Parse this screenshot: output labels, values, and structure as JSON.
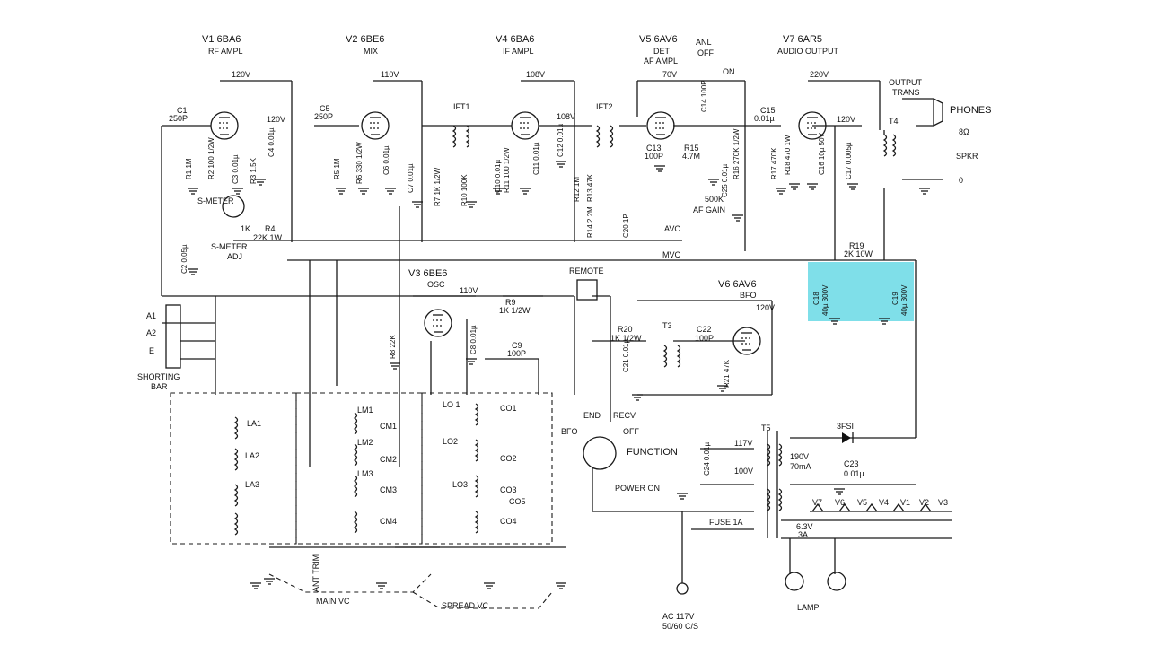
{
  "highlight_color": "#7fdfe9",
  "tubes": [
    {
      "name": "V1 6BA6",
      "role": "RF AMPL",
      "voltage": "120V"
    },
    {
      "name": "V2 6BE6",
      "role": "MIX",
      "voltage": "110V"
    },
    {
      "name": "V3 6BE6",
      "role": "OSC",
      "voltage": "110V"
    },
    {
      "name": "V4 6BA6",
      "role": "IF AMPL",
      "voltage": "108V"
    },
    {
      "name": "V5 6AV6",
      "role": "DET AF AMPL",
      "role_line1": "DET",
      "role_line2": "AF AMPL",
      "voltage": "70V"
    },
    {
      "name": "V6 6AV6",
      "role": "BFO",
      "voltage": "120V"
    },
    {
      "name": "V7 6AR5",
      "role": "AUDIO OUTPUT",
      "voltage": "220V"
    }
  ],
  "labels": {
    "v1_screen": "120V",
    "v4_screen": "108V",
    "v7_screen": "120V",
    "ift1": "IFT1",
    "ift2": "IFT2",
    "anl": "ANL",
    "anl_off": "OFF",
    "anl_on": "ON",
    "output_trans": "OUTPUT",
    "output_trans2": "TRANS",
    "t4": "T4",
    "phones": "PHONES",
    "spkr_8": "8Ω",
    "spkr": "SPKR",
    "spkr_0": "0",
    "s_meter": "S-METER",
    "s_meter_adj1": "S-METER",
    "s_meter_adj2": "ADJ",
    "avc": "AVC",
    "mvc": "MVC",
    "remote": "REMOTE",
    "r19": "R19",
    "r19_val": "2K 10W",
    "c18": "C18",
    "c18_val": "40µ 300V",
    "c19": "C19",
    "c19_val": "40µ 300V",
    "t3": "T3",
    "t5": "T5",
    "a1": "A1",
    "a2": "A2",
    "e": "E",
    "shorting1": "SHORTING",
    "shorting2": "BAR",
    "la1": "LA1",
    "la2": "LA2",
    "la3": "LA3",
    "lm1": "LM1",
    "lm2": "LM2",
    "lm3": "LM3",
    "cm1": "CM1",
    "cm2": "CM2",
    "cm3": "CM3",
    "cm4": "CM4",
    "lo1": "LO 1",
    "lo2": "LO2",
    "lo3": "LO3",
    "co1": "CO1",
    "co2": "CO2",
    "co3": "CO3",
    "co4": "CO4",
    "co5": "CO5",
    "bfo": "BFO",
    "end": "END",
    "recv": "RECV",
    "off": "OFF",
    "function": "FUNCTION",
    "power_on": "POWER ON",
    "v117": "117V",
    "v100": "100V",
    "v190": "190V",
    "ma70": "70mA",
    "fsi": "3FSI",
    "c23": "C23",
    "c23_val": "0.01µ",
    "fuse": "FUSE 1A",
    "heater_v": "6.3V",
    "heater_a": "3A",
    "heater_tubes": [
      "V7",
      "V6",
      "V5",
      "V4",
      "V1",
      "V2",
      "V3"
    ],
    "lamp": "LAMP",
    "ac1": "AC 117V",
    "ac2": "50/60 C/S",
    "ant_trim": "ANT TRIM",
    "main_vc": "MAIN VC",
    "spread_vc": "SPREAD VC",
    "one_k": "1K"
  },
  "components": {
    "c1": "C1",
    "c1_val": "250P",
    "c5": "C5",
    "c5_val": "250P",
    "r1": "R1 1M",
    "r2": "R2 100 1/2W",
    "c3": "C3 0.01µ",
    "r3": "R3 1.5K",
    "c4": "C4 0.01µ",
    "r4": "R4",
    "r4_val": "22K 1W",
    "c2": "C2 0.05µ",
    "r5": "R5 1M",
    "r6": "R6 330 1/2W",
    "c6": "C6 0.01µ",
    "c7": "C7 0.01µ",
    "r7": "R7 1K 1/2W",
    "r10": "R10 100K",
    "c10": "C10 0.01µ",
    "r11": "R11 100 1/2W",
    "c11": "C11 0.01µ",
    "c12": "C12 0.01µ",
    "r12": "R12 1M",
    "r13": "R13 47K",
    "r14": "R14 2.2M",
    "c20": "C20 1P",
    "c13": "C13",
    "c13_val": "100P",
    "r15": "R15",
    "r15_val": "4.7M",
    "c14": "C14 100P",
    "r16": "R16 270K 1/2W",
    "c25": "C25 0.01µ",
    "af_gain1": "500K",
    "af_gain2": "AF GAIN",
    "c15": "C15",
    "c15_val": "0.01µ",
    "r17": "R17 470K",
    "r18": "R18 470 1W",
    "c16": "C16 10µ 50V",
    "c17": "C17 0.005µ",
    "r9": "R9",
    "r9_val": "1K 1/2W",
    "r8": "R8 22K",
    "c8": "C8 0.01µ",
    "c9": "C9",
    "c9_val": "100P",
    "r20": "R20",
    "r20_val": "1K 1/2W",
    "c21": "C21 0.01µ",
    "c22": "C22",
    "c22_val": "100P",
    "r21": "R21 47K",
    "c24": "C24 0.01µ"
  }
}
